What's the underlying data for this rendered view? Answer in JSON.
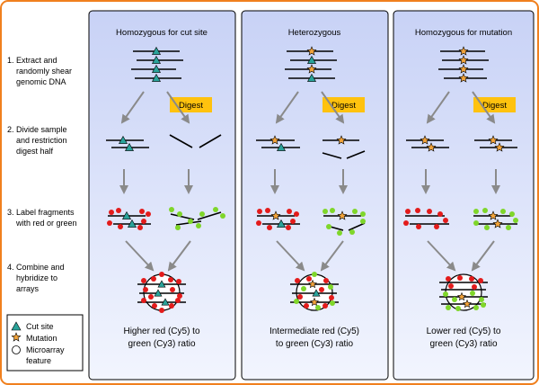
{
  "steps": [
    {
      "lines": [
        "1. Extract and",
        "randomly shear",
        "genomic DNA"
      ]
    },
    {
      "lines": [
        "2. Divide sample",
        "and restriction",
        "digest half"
      ]
    },
    {
      "lines": [
        "3. Label fragments",
        "with red or green"
      ]
    },
    {
      "lines": [
        "4. Combine and",
        "hybridize to",
        "arrays"
      ]
    }
  ],
  "columns": [
    {
      "title": "Homozygous for cut site",
      "digest_label": "Digest",
      "ratio_lines": [
        "Higher red (Cy5) to",
        "green (Cy3) ratio"
      ]
    },
    {
      "title": "Heterozygous",
      "digest_label": "Digest",
      "ratio_lines": [
        "Intermediate red (Cy5)",
        "to green (Cy3) ratio"
      ]
    },
    {
      "title": "Homozygous for mutation",
      "digest_label": "Digest",
      "ratio_lines": [
        "Lower red (Cy5) to",
        "green (Cy3) ratio"
      ]
    }
  ],
  "legend": [
    {
      "icon": "cut-site-triangle",
      "label": "Cut site"
    },
    {
      "icon": "mutation-star",
      "label": "Mutation"
    },
    {
      "icon": "microarray-circle",
      "label": "Microarray"
    },
    {
      "icon": "",
      "label": "feature"
    }
  ],
  "colors": {
    "frame": "#f0801e",
    "panel_fill": "#dfe6fb",
    "cut_site": "#2aa39a",
    "mutation": "#f2a33a",
    "red_label": "#e31b1b",
    "green_label": "#7fd62a",
    "digest_box": "#ffc20e",
    "arrow": "#8a8a8a"
  }
}
